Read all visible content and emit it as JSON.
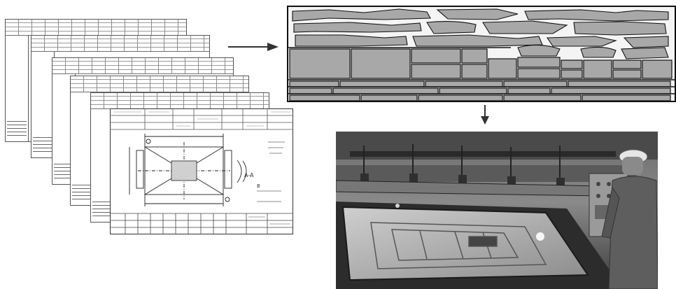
{
  "figure": {
    "drawing_stack": {
      "description_items": [
        "sheet-1",
        "sheet-2",
        "sheet-3",
        "sheet-4",
        "sheet-5",
        "front-sheet"
      ]
    },
    "front_drawing": {
      "annotations": [
        "A-A",
        "B"
      ]
    },
    "arrows": [
      {
        "from": "drawing-stack",
        "to": "nesting-layout"
      },
      {
        "from": "nesting-layout",
        "to": "cutting-photo"
      }
    ],
    "colors": {
      "part_fill": "#a8a8a8",
      "outline": "#111111",
      "sheet_fill": "#ffffff",
      "photo_dark": "#3a3a3a"
    }
  }
}
